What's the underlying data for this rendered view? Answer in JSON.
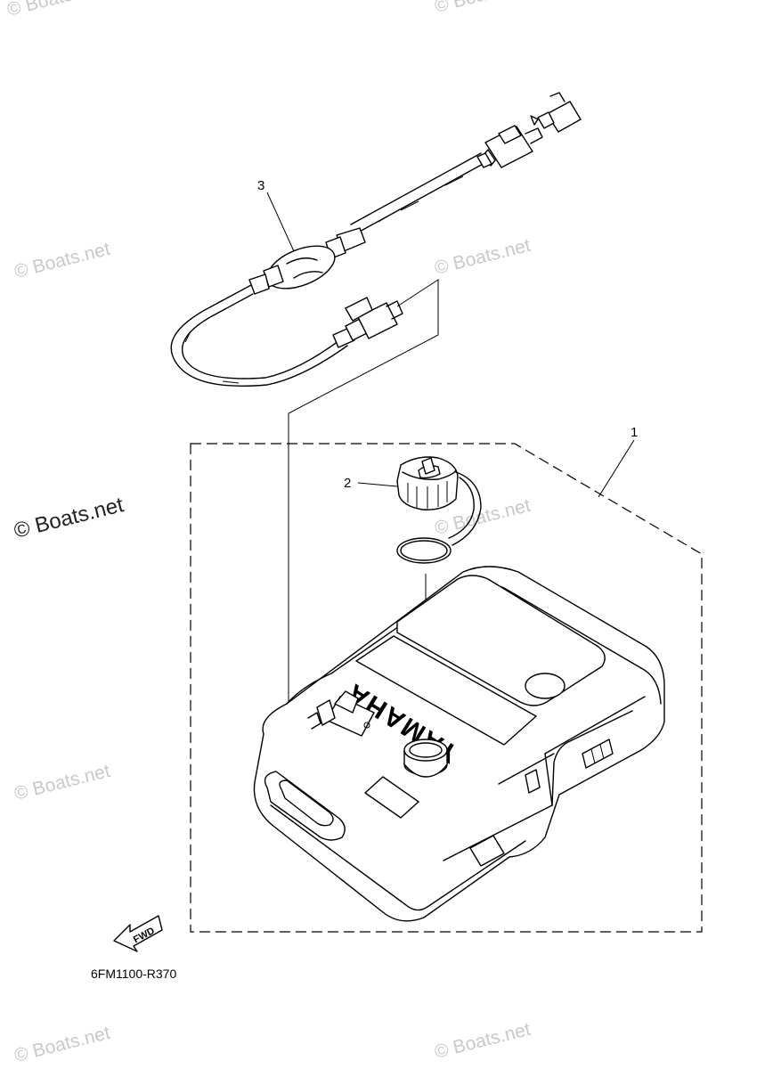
{
  "callouts": [
    {
      "number": "1",
      "part": "fuel tank assembly"
    },
    {
      "number": "2",
      "part": "fuel cap"
    },
    {
      "number": "3",
      "part": "fuel hose with primer bulb"
    }
  ],
  "tank_brand": "YAMAHA",
  "direction_arrow": "FWD",
  "diagram_code": "6FM1100-R370",
  "watermark": "© Boats.net"
}
